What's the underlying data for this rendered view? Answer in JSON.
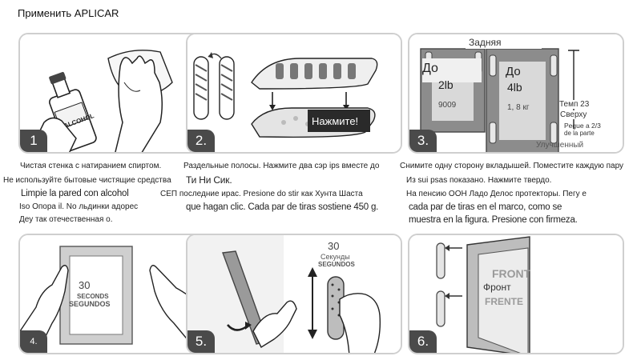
{
  "title": "Применить APLICAR",
  "panels": [
    {
      "step": "1",
      "overlays": {
        "bottle_label": "ALCOHOL"
      }
    },
    {
      "step": "2.",
      "overlays": {
        "press_label": "Нажмите!"
      }
    },
    {
      "step": "3.",
      "overlays": {
        "back_label": "Задняя",
        "left_up_to": "До",
        "left_weight": "2lb",
        "left_code": "9009",
        "right_up_to": "До",
        "right_weight": "4lb",
        "right_kg": "1, 8 кг",
        "temp": "Темп 23",
        "top": "Сверху",
        "pegue": "Pegue a 2/3",
        "de_la_parte": "de la parte",
        "improved": "Улучшенный"
      }
    },
    {
      "step": "4.",
      "overlays": {
        "seconds_num": "30",
        "seconds_a": "SECONDS",
        "seconds_b": "SEGUNDOS"
      }
    },
    {
      "step": "5.",
      "overlays": {
        "seconds_num": "30",
        "seconds_ru": "Секунды",
        "seconds_b": "SEGUNDOS"
      }
    },
    {
      "step": "6.",
      "overlays": {
        "front_ru": "Фронт",
        "front_en": "FRONT",
        "front_es": "FRENTE"
      }
    }
  ],
  "captions": {
    "c1_line1": "Чистая стенка с натиранием спиртом.",
    "c1_line2": "Не используйте бытовые чистящие средства",
    "c1_line3": "Limpie la pared con alcohol",
    "c1_line4": "Iso Опора il. No льдинки адорес",
    "c1_line5": "Деу так отечественная о.",
    "c2_line1": "Раздельные полосы. Нажмите два сэр ips вместе до",
    "c2_line2": "Ти Ни Сик.",
    "c2_line3": "СЕП последние ирас. Presione do stir как Хунта Шаста",
    "c2_line4": "que hagan clic. Cada par de tiras sostiene 450 g.",
    "c3_line1": "Снимите одну сторону вкладышей. Поместите каждую пару",
    "c3_line2": "Из sui psas показано. Нажмите твердо.",
    "c3_line3": "На пенсию ООН Ладо Делос протекторы. Пегу е",
    "c3_line4": "cada par de tiras en el marco, como se",
    "c3_line5": "muestra en la figura. Presione con firmeza."
  }
}
